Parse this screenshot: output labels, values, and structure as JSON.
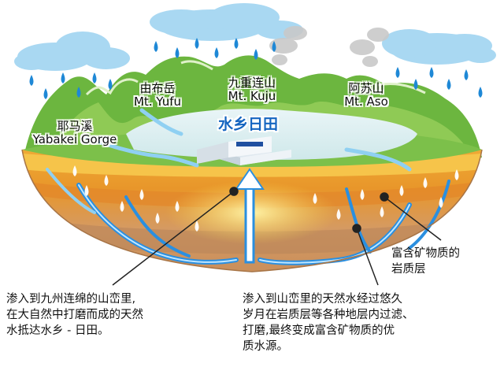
{
  "labels": {
    "yabakei": {
      "cn": "耶马溪",
      "en": "Yabakei Gorge"
    },
    "yufu": {
      "cn": "由布岳",
      "en": "Mt. Yufu"
    },
    "kuju": {
      "cn": "九重连山",
      "en": "Mt. Kuju"
    },
    "aso": {
      "cn": "阿苏山",
      "en": "Mt. Aso"
    },
    "town": "水乡日田",
    "rock_layer": [
      "富含矿物质的",
      "岩质层"
    ]
  },
  "captions": {
    "left": [
      "渗入到九州连绵的山峦里,",
      "在大自然中打磨而成的天然",
      "水抵达水乡 - 日田。"
    ],
    "right": [
      "渗入到山峦里的天然水经过悠久",
      "岁月在岩质层等各种地层内过滤、",
      "打磨,最终变成富含矿物质的优",
      "质水源。"
    ]
  },
  "colors": {
    "sky_cloud": "#9fd3f0",
    "rain": "#1e88d6",
    "grass": "#6fb33f",
    "water": "#1f8fe0",
    "soil_orange": "#e8962a",
    "soil_brown": "#c98a54",
    "label_blue": "#1565c0"
  }
}
